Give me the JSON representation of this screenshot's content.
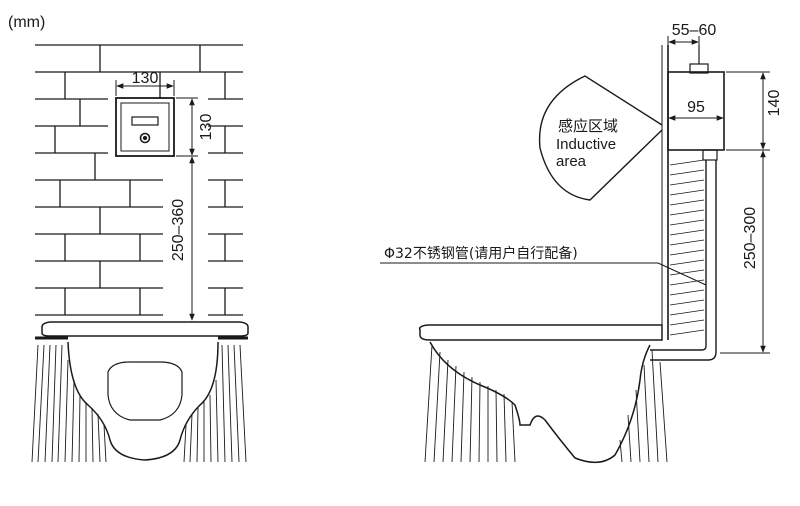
{
  "diagram": {
    "unit_note": "(mm)",
    "front_view": {
      "sensor_width": "130",
      "sensor_height": "130",
      "mount_height_range": "250–360"
    },
    "side_view": {
      "wall_gap_range": "55–60",
      "sensor_depth": "95",
      "sensor_height": "140",
      "inductive_area_cn": "感应区域",
      "inductive_area_en_1": "Inductive",
      "inductive_area_en_2": "area",
      "pipe_note": "Φ32不锈钢管(请用户自行配备)",
      "mount_height_range": "250–300"
    }
  }
}
